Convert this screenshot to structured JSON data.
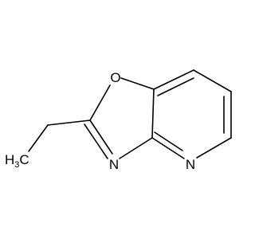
{
  "molecule": {
    "atoms": {
      "oxygen": "O",
      "nitrogen_oxazole": "N",
      "nitrogen_pyridine": "N",
      "methyl_c": "H",
      "methyl_sub": "3",
      "methyl_tail": "C"
    }
  },
  "colors": {
    "bond": "#000000",
    "text": "#000000",
    "background": "#ffffff"
  }
}
